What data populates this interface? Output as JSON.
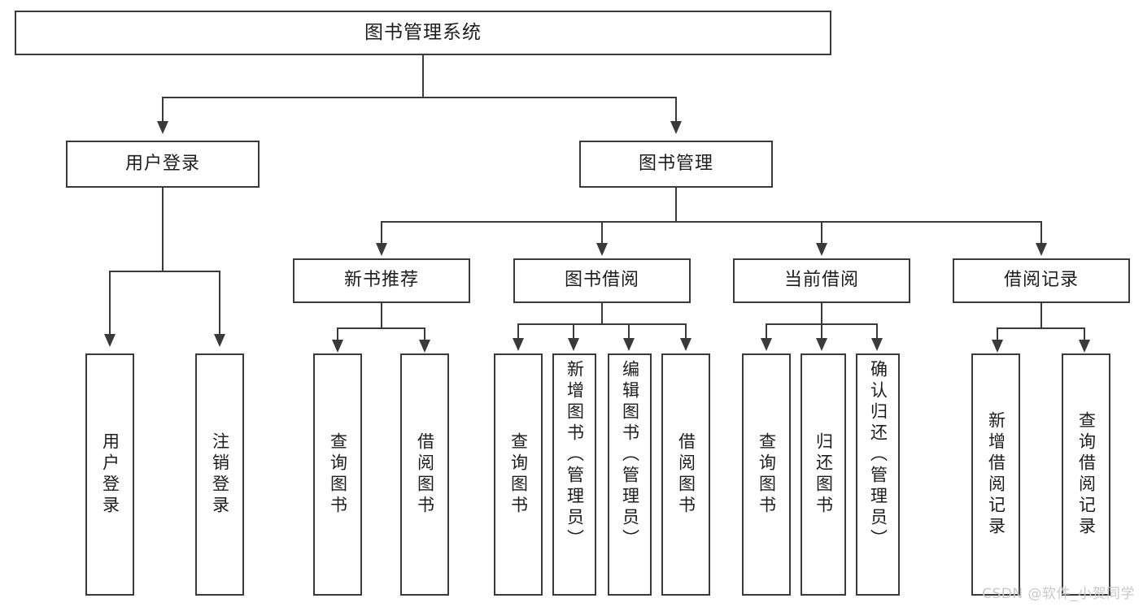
{
  "diagram": {
    "type": "tree",
    "title": "图书管理系统",
    "orientation": "top-down",
    "colors": {
      "stroke": "#3a3a3a",
      "text": "#1d1d1d",
      "background": "#ffffff",
      "watermark": "#c9c9c9"
    },
    "root": {
      "label": "图书管理系统"
    },
    "level2": [
      {
        "label": "用户登录"
      },
      {
        "label": "图书管理"
      },
      {
        "label": "新书推荐"
      },
      {
        "label": "图书借阅"
      },
      {
        "label": "当前借阅"
      },
      {
        "label": "借阅记录"
      }
    ],
    "leaves": [
      {
        "label": "用户登录",
        "parent": "用户登录"
      },
      {
        "label": "注销登录",
        "parent": "用户登录"
      },
      {
        "label": "查询图书",
        "parent": "新书推荐"
      },
      {
        "label": "借阅图书",
        "parent": "新书推荐"
      },
      {
        "label": "查询图书",
        "parent": "图书借阅"
      },
      {
        "label": "新增图书（管理员）",
        "parent": "图书借阅"
      },
      {
        "label": "编辑图书（管理员）",
        "parent": "图书借阅"
      },
      {
        "label": "借阅图书",
        "parent": "图书借阅"
      },
      {
        "label": "查询图书",
        "parent": "当前借阅"
      },
      {
        "label": "归还图书",
        "parent": "当前借阅"
      },
      {
        "label": "确认归还（管理员）",
        "parent": "当前借阅"
      },
      {
        "label": "新增借阅记录",
        "parent": "借阅记录"
      },
      {
        "label": "查询借阅记录",
        "parent": "借阅记录"
      }
    ]
  },
  "watermark": {
    "text": "CSDN @软件_小贺同学"
  }
}
